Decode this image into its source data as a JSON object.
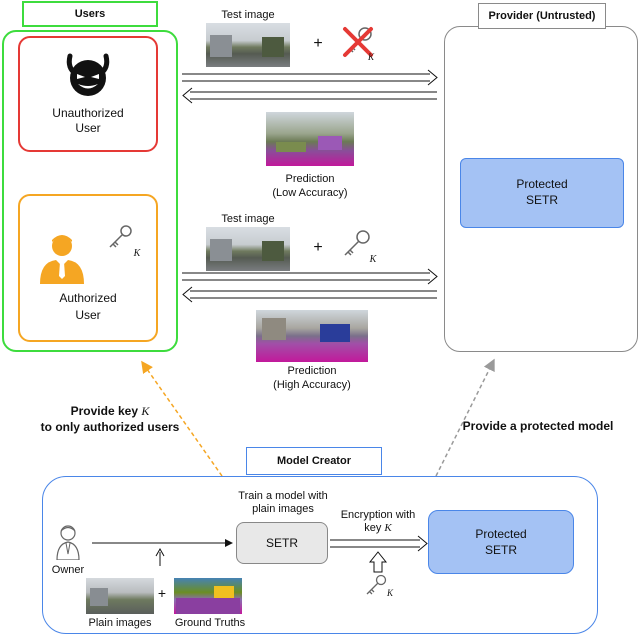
{
  "users_panel": {
    "title": "Users"
  },
  "provider_panel": {
    "title": "Provider (Untrusted)"
  },
  "unauthorized_user": {
    "label_line1": "Unauthorized",
    "label_line2": "User"
  },
  "authorized_user": {
    "label_line1": "Authorized",
    "label_line2": "User",
    "key_symbol": "K"
  },
  "top_flow": {
    "test_image_label": "Test image",
    "plus": "+",
    "key_symbol": "K",
    "prediction_line1": "Prediction",
    "prediction_line2": "(Low Accuracy)"
  },
  "bottom_flow": {
    "test_image_label": "Test image",
    "plus": "+",
    "key_symbol": "K",
    "prediction_line1": "Prediction",
    "prediction_line2": "(High Accuracy)"
  },
  "provider_model": {
    "line1": "Protected",
    "line2": "SETR"
  },
  "provide_key_text": {
    "line1": "Provide key",
    "key_symbol": "K",
    "line2": "to only authorized users"
  },
  "provide_model_text": "Provide a protected model",
  "model_creator": {
    "title": "Model Creator",
    "owner_label": "Owner",
    "train_label_line1": "Train a model with",
    "train_label_line2": "plain images",
    "setr_label": "SETR",
    "encryption_label_line1": "Encryption with",
    "encryption_label_line2": "key",
    "encryption_key_symbol": "K",
    "protected_line1": "Protected",
    "protected_line2": "SETR",
    "plain_images_label": "Plain images",
    "plus": "+",
    "ground_truths_label": "Ground Truths",
    "key_symbol": "K"
  },
  "colors": {
    "users_green": "#3ddc3d",
    "unauthorized_red": "#e53935",
    "authorized_orange": "#f5a623",
    "provider_gray": "#8a8a8a",
    "creator_blue": "#4a86e8",
    "protected_fill": "#a4c2f4",
    "segmentation_magenta": "#c2189b"
  }
}
